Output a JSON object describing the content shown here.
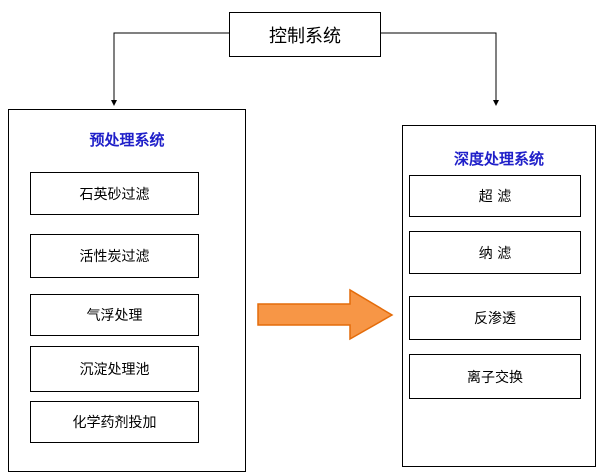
{
  "control": {
    "label": "控制系统"
  },
  "pre_treatment": {
    "title": "预处理系统",
    "items": [
      "石英砂过滤",
      "活性炭过滤",
      "气浮处理",
      "沉淀处理池",
      "化学药剂投加"
    ]
  },
  "deep_treatment": {
    "title": "深度处理系统",
    "items": [
      "超 滤",
      "纳 滤",
      "反渗透",
      "离子交换"
    ]
  },
  "colors": {
    "title": "#1f1fc9",
    "arrow_fill": "#f79646",
    "arrow_stroke": "#e46c0a",
    "border": "#000000"
  }
}
